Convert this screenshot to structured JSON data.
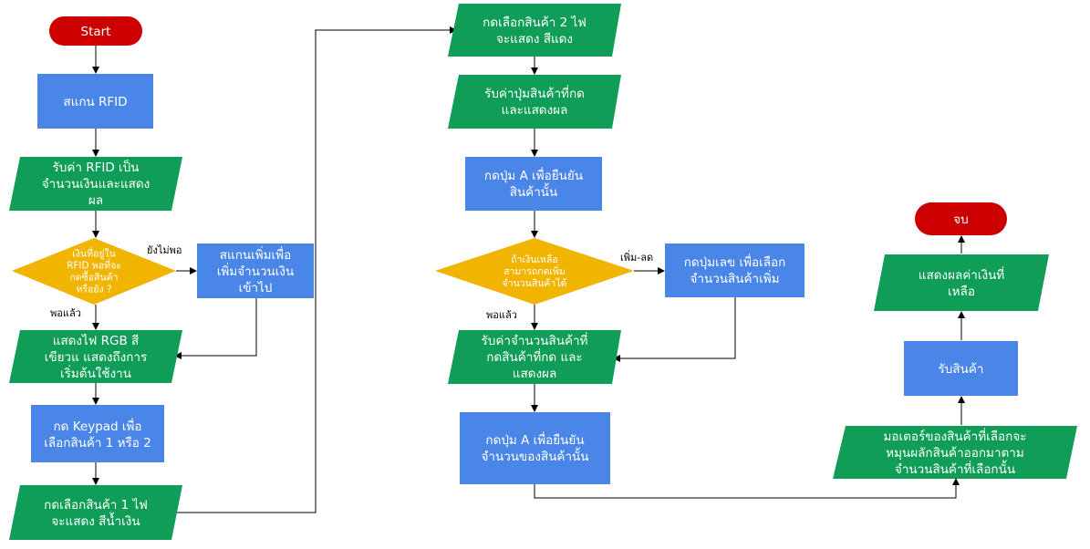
{
  "colors": {
    "terminal": "#cc0000",
    "process": "#4a86e8",
    "io": "#0f9d58",
    "decision": "#f1b400",
    "edge": "#000000",
    "text": "#ffffff",
    "label": "#000000"
  },
  "nodes": {
    "start": {
      "lines": [
        "Start"
      ]
    },
    "scan_rfid": {
      "lines": [
        "สแกน RFID"
      ]
    },
    "receive_rfid": {
      "lines": [
        "รับค่า RFID เป็น",
        "จำนวนเงินและแสดง",
        "ผล"
      ]
    },
    "decision_money": {
      "lines": [
        "เงินที่อยู่ใน",
        "RFID พอที่จะ",
        "กดซื้อสินค้า",
        "หรือยัง ?"
      ]
    },
    "scan_more": {
      "lines": [
        "สแกนเพิ่มเพื่อ",
        "เพิ่มจำนวนเงิน",
        "เข้าไป"
      ]
    },
    "show_rgb": {
      "lines": [
        "แสดงไฟ RGB สี",
        "เขียวแ แสดงถึงการ",
        "เริ่มต้นใช้งาน"
      ]
    },
    "keypad_select": {
      "lines": [
        "กด Keypad เพื่อ",
        "เลือกสินค้า 1 หรือ 2"
      ]
    },
    "select_1_blue": {
      "lines": [
        "กดเลือกสินค้า 1 ไฟ",
        "จะแสดง สีน้ำเงิน"
      ]
    },
    "select_2_red": {
      "lines": [
        "กดเลือกสินค้า 2 ไฟ",
        "จะแสดง สีแดง"
      ]
    },
    "receive_button": {
      "lines": [
        "รับค่าปุ่มสินค้าที่กด",
        "และแสดงผล"
      ]
    },
    "press_a_confirm": {
      "lines": [
        "กดปุ่ม A เพื่อยืนยัน",
        "สินค้านั้น"
      ]
    },
    "decision_more": {
      "lines": [
        "ถ้าเงินเหลือ",
        "สามารถกดเพิ่ม",
        "จำนวนสินค้าได้"
      ]
    },
    "press_number": {
      "lines": [
        "กดปุ่มเลข เพื่อเลือก",
        "จำนวนสินค้าเพิ่ม"
      ]
    },
    "receive_qty": {
      "lines": [
        "รับค่าจำนวนสินค้าที่",
        "กดสินค้าที่กด และ",
        "แสดงผล"
      ]
    },
    "press_a_qty": {
      "lines": [
        "กดปุ่ม A เพื่อยืนยัน",
        "จำนวนของสินค้านั้น"
      ]
    },
    "motor": {
      "lines": [
        "มอเตอร์ของสินค้าที่เลือกจะ",
        "หมุนผลักสินค้าออกมาตาม",
        "จำนวนสินค้าที่เลือกนั้น"
      ]
    },
    "receive_product": {
      "lines": [
        "รับสินค้า"
      ]
    },
    "show_balance": {
      "lines": [
        "แสดงผลค่าเงินที่",
        "เหลือ"
      ]
    },
    "end": {
      "lines": [
        "จบ"
      ]
    }
  },
  "edge_labels": {
    "not_enough": "ยังไม่พอ",
    "enough_1": "พอแล้ว",
    "add_reduce": "เพิ่ม-ลด",
    "enough_2": "พอแล้ว"
  }
}
